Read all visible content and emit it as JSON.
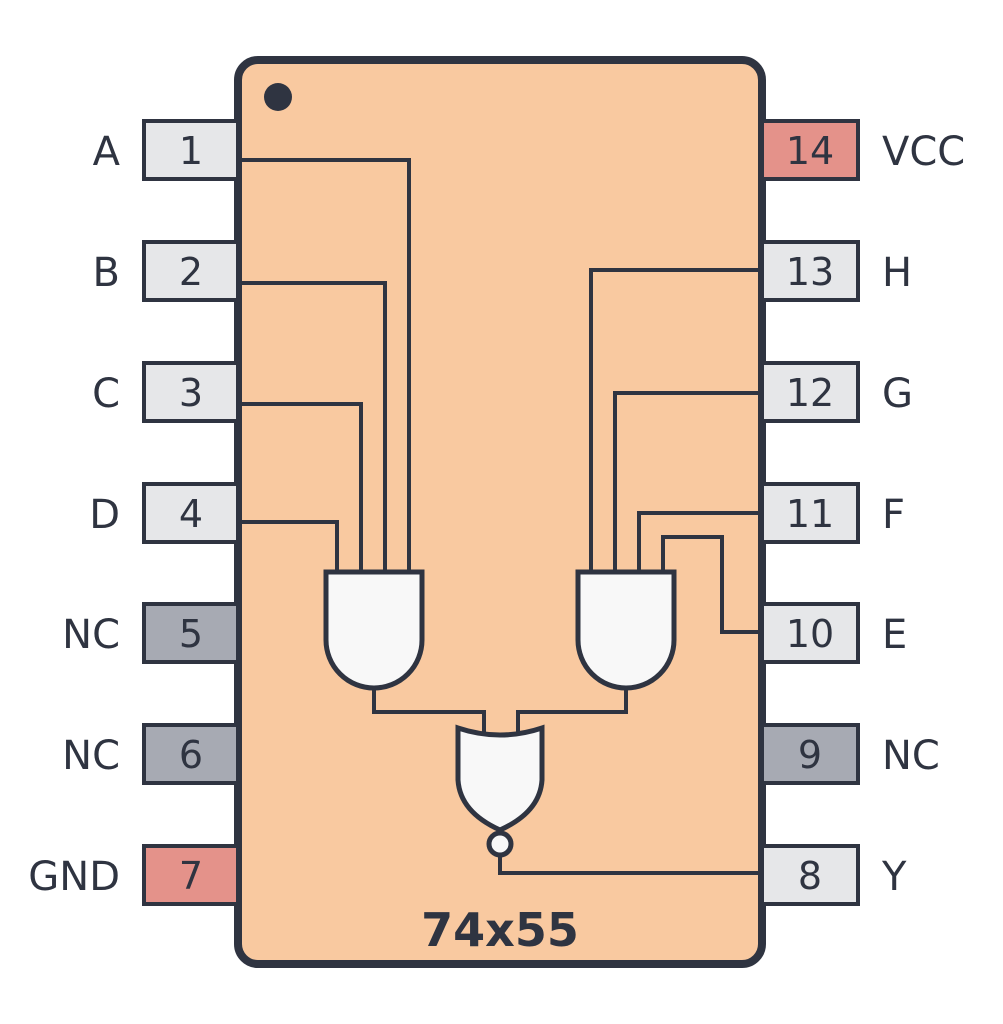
{
  "chip": {
    "title": "74x55",
    "body_color": "#f9c9a0",
    "outline_color": "#2f3441",
    "gate_fill": "#f8f8f8"
  },
  "pin_colors": {
    "signal": "#e6e7e9",
    "nc": "#a7aab3",
    "power": "#e4928a"
  },
  "pins": {
    "left": [
      {
        "number": "1",
        "label": "A",
        "kind": "signal"
      },
      {
        "number": "2",
        "label": "B",
        "kind": "signal"
      },
      {
        "number": "3",
        "label": "C",
        "kind": "signal"
      },
      {
        "number": "4",
        "label": "D",
        "kind": "signal"
      },
      {
        "number": "5",
        "label": "NC",
        "kind": "nc"
      },
      {
        "number": "6",
        "label": "NC",
        "kind": "nc"
      },
      {
        "number": "7",
        "label": "GND",
        "kind": "power"
      }
    ],
    "right": [
      {
        "number": "14",
        "label": "VCC",
        "kind": "power"
      },
      {
        "number": "13",
        "label": "H",
        "kind": "signal"
      },
      {
        "number": "12",
        "label": "G",
        "kind": "signal"
      },
      {
        "number": "11",
        "label": "F",
        "kind": "signal"
      },
      {
        "number": "10",
        "label": "E",
        "kind": "signal"
      },
      {
        "number": "9",
        "label": "NC",
        "kind": "nc"
      },
      {
        "number": "8",
        "label": "Y",
        "kind": "signal"
      }
    ]
  },
  "gates": [
    {
      "type": "AND",
      "inputs": [
        "A",
        "B",
        "C",
        "D"
      ]
    },
    {
      "type": "AND",
      "inputs": [
        "E",
        "F",
        "G",
        "H"
      ]
    },
    {
      "type": "NOR",
      "inputs": [
        "AND1",
        "AND2"
      ],
      "output": "Y"
    }
  ]
}
